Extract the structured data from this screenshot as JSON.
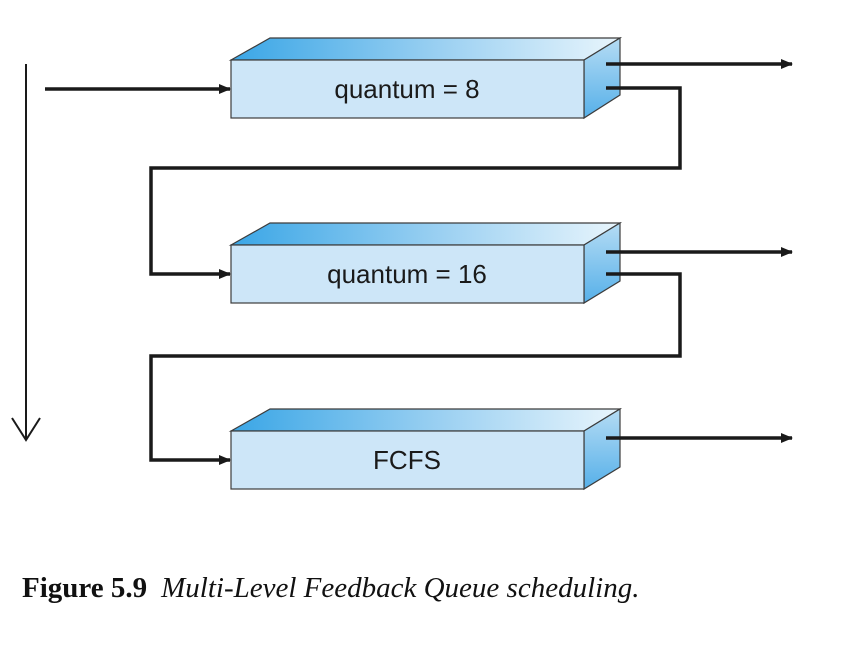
{
  "queues": [
    {
      "label": "quantum = 8"
    },
    {
      "label": "quantum = 16"
    },
    {
      "label": "FCFS"
    }
  ],
  "caption": {
    "number": "Figure 5.9",
    "text": "Multi-Level Feedback Queue scheduling."
  },
  "colors": {
    "box_front": "#cde6f8",
    "box_top_light": "#e3f2fb",
    "box_top_dark": "#3aa6e6",
    "box_side": "#7fc3ec",
    "outline": "#3c3c3c",
    "arrow": "#1a1a1a"
  }
}
